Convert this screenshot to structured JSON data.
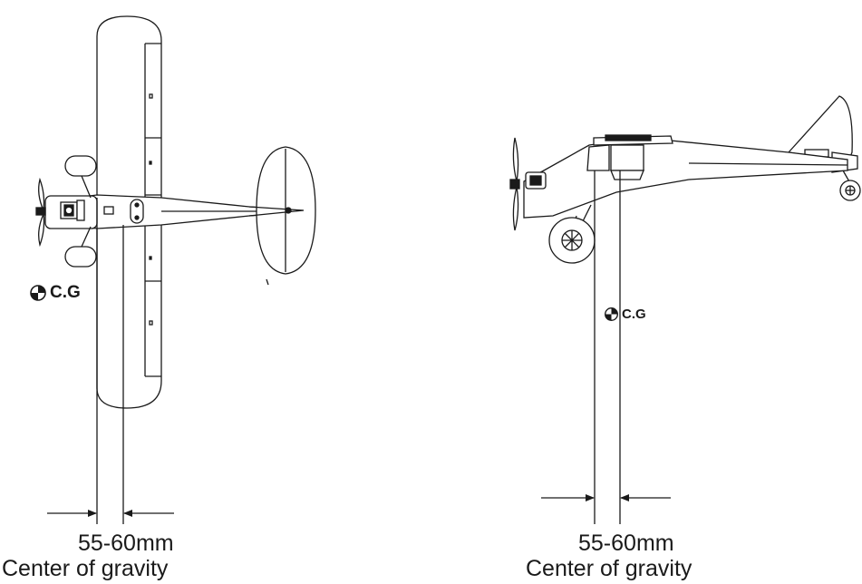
{
  "left_view": {
    "cg_label": "C.G",
    "range_value": "55-60",
    "range_unit": "mm",
    "caption": "Center of gravity"
  },
  "right_view": {
    "cg_label": "C.G",
    "range_value": "55-60",
    "range_unit": "mm",
    "caption": "Center of gravity"
  },
  "colors": {
    "line": "#1a1a1a",
    "background": "#ffffff"
  },
  "icons": [
    "cg-symbol-icon",
    "arrow-right-icon",
    "arrow-left-icon",
    "wheel-icon",
    "propeller-icon"
  ]
}
